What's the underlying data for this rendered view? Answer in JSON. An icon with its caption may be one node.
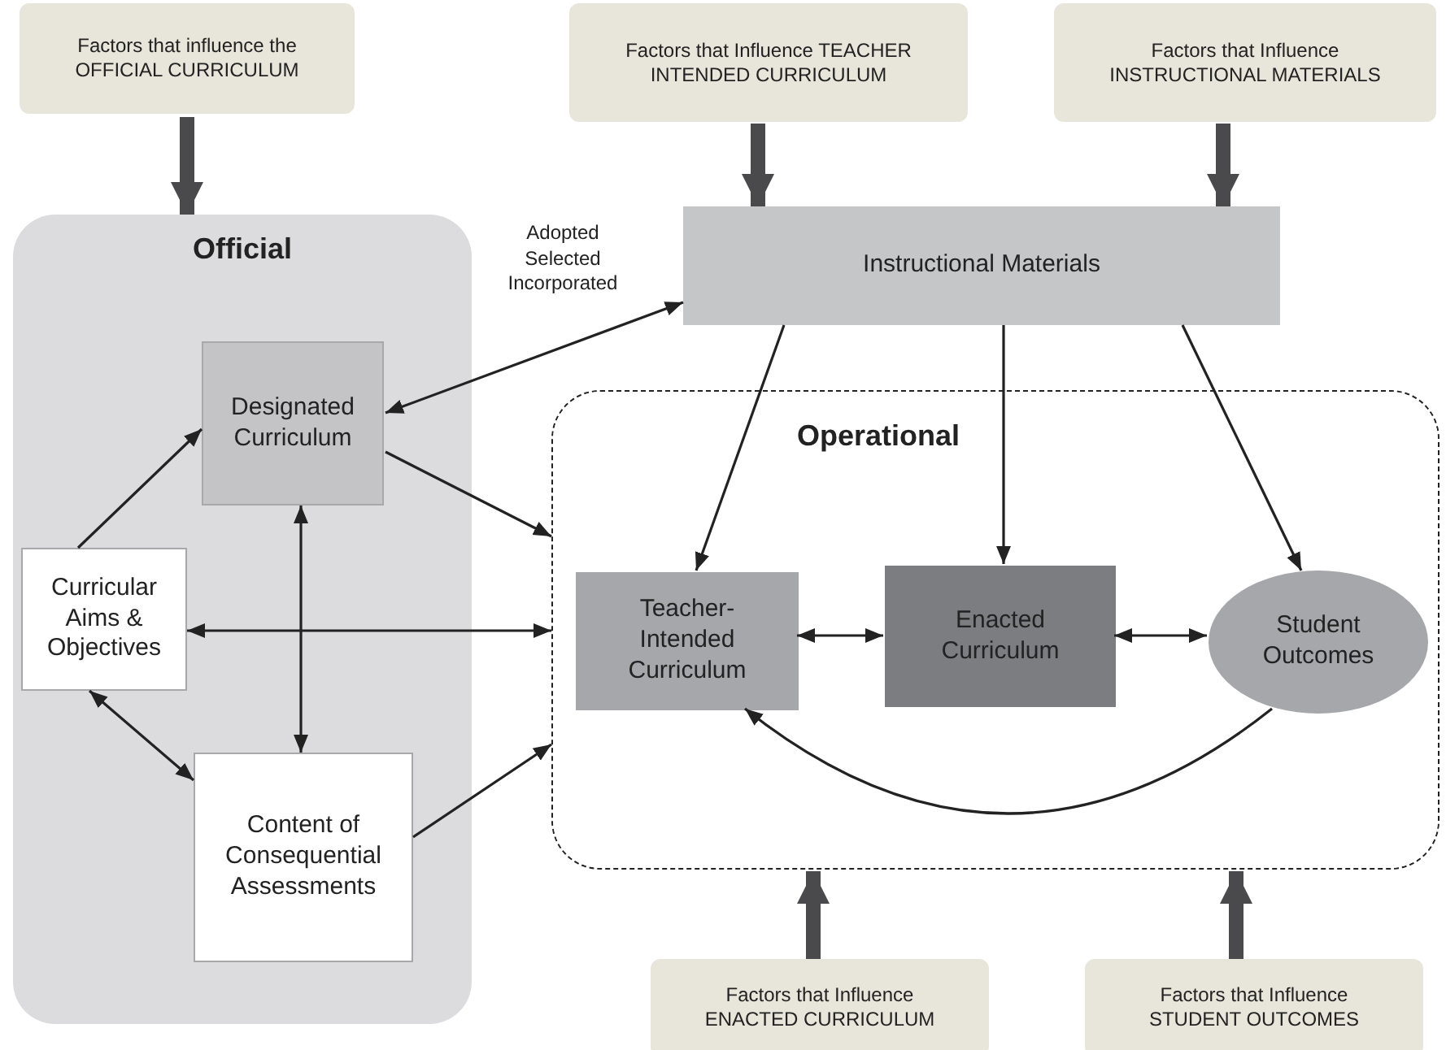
{
  "diagram": {
    "nodes": [
      {
        "text": [
          "Factors that influence the OFFICIAL CURRICULUM"
        ]
      },
      {
        "text": [
          "Factors that Influence TEACHER INTENDED CURRICULUM"
        ]
      },
      {
        "text": [
          "Factors that Influence INSTRUCTIONAL MATERIALS"
        ]
      },
      {
        "text": [
          "Official"
        ]
      },
      {
        "text": [
          "Designated Curriculum"
        ],
        "in": 3
      },
      {
        "text": [
          "Curricular Aims & Objectives"
        ],
        "in": 3
      },
      {
        "text": [
          "Content of Consequential Assessments"
        ],
        "in": 3
      },
      {
        "text": [
          "Instructional Materials"
        ]
      },
      {
        "text": [
          "Operational"
        ]
      },
      {
        "text": [
          "Teacher-Intended Curriculum"
        ],
        "in": 8
      },
      {
        "text": [
          "Enacted Curriculum"
        ],
        "in": 8
      },
      {
        "text": [
          "Student Outcomes"
        ],
        "in": 8
      },
      {
        "text": [
          "Factors that Influence ENACTED CURRICULUM"
        ]
      },
      {
        "text": [
          "Factors that Influence STUDENT OUTCOMES"
        ]
      }
    ],
    "edges": [
      {
        "from": 0,
        "to": 3,
        "arrow": "to",
        "style": "thick",
        "color": "#4a4a4c"
      },
      {
        "from": 1,
        "to": 7,
        "arrow": "to",
        "style": "thick",
        "color": "#4a4a4c"
      },
      {
        "from": 2,
        "to": 7,
        "arrow": "to",
        "style": "thick",
        "color": "#4a4a4c"
      },
      {
        "from": 12,
        "to": 8,
        "arrow": "to",
        "style": "thick",
        "color": "#4a4a4c"
      },
      {
        "from": 13,
        "to": 8,
        "arrow": "to",
        "style": "thick",
        "color": "#4a4a4c"
      },
      {
        "from": 4,
        "to": 7,
        "arrow": "both",
        "label": "Adopted Selected Incorporated"
      },
      {
        "from": 5,
        "to": 4,
        "arrow": "to"
      },
      {
        "from": 4,
        "to": 8,
        "arrow": "to"
      },
      {
        "from": 5,
        "to": 8,
        "arrow": "both"
      },
      {
        "from": 4,
        "to": 6,
        "arrow": "both"
      },
      {
        "from": 5,
        "to": 6,
        "arrow": "both"
      },
      {
        "from": 6,
        "to": 8,
        "arrow": "to"
      },
      {
        "from": 7,
        "to": 9,
        "arrow": "to"
      },
      {
        "from": 7,
        "to": 10,
        "arrow": "to"
      },
      {
        "from": 7,
        "to": 11,
        "arrow": "to"
      },
      {
        "from": 9,
        "to": 10,
        "arrow": "both"
      },
      {
        "from": 10,
        "to": 11,
        "arrow": "both"
      },
      {
        "from": 11,
        "to": 9,
        "arrow": "to"
      }
    ]
  }
}
